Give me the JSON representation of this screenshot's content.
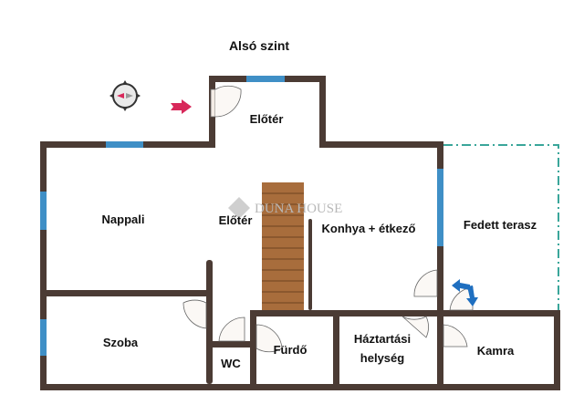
{
  "title": "Alsó szint",
  "watermark": "DUNA HOUSE",
  "rooms": {
    "eloter_top": "Előtér",
    "nappali": "Nappali",
    "eloter_mid": "Előtér",
    "konyha": "Konhya + étkező",
    "terasz": "Fedett terasz",
    "szoba": "Szoba",
    "wc": "WC",
    "furdo": "Fürdő",
    "haztartasi_1": "Háztartási",
    "haztartasi_2": "helység",
    "kamra": "Kamra"
  },
  "colors": {
    "wall": "#4b3b34",
    "window": "#3f8fc6",
    "stairs": "#a86d3c",
    "terrace_outline": "#3aa69a",
    "entry_arrow": "#d8285a",
    "door_arrow": "#1f6fc0"
  }
}
